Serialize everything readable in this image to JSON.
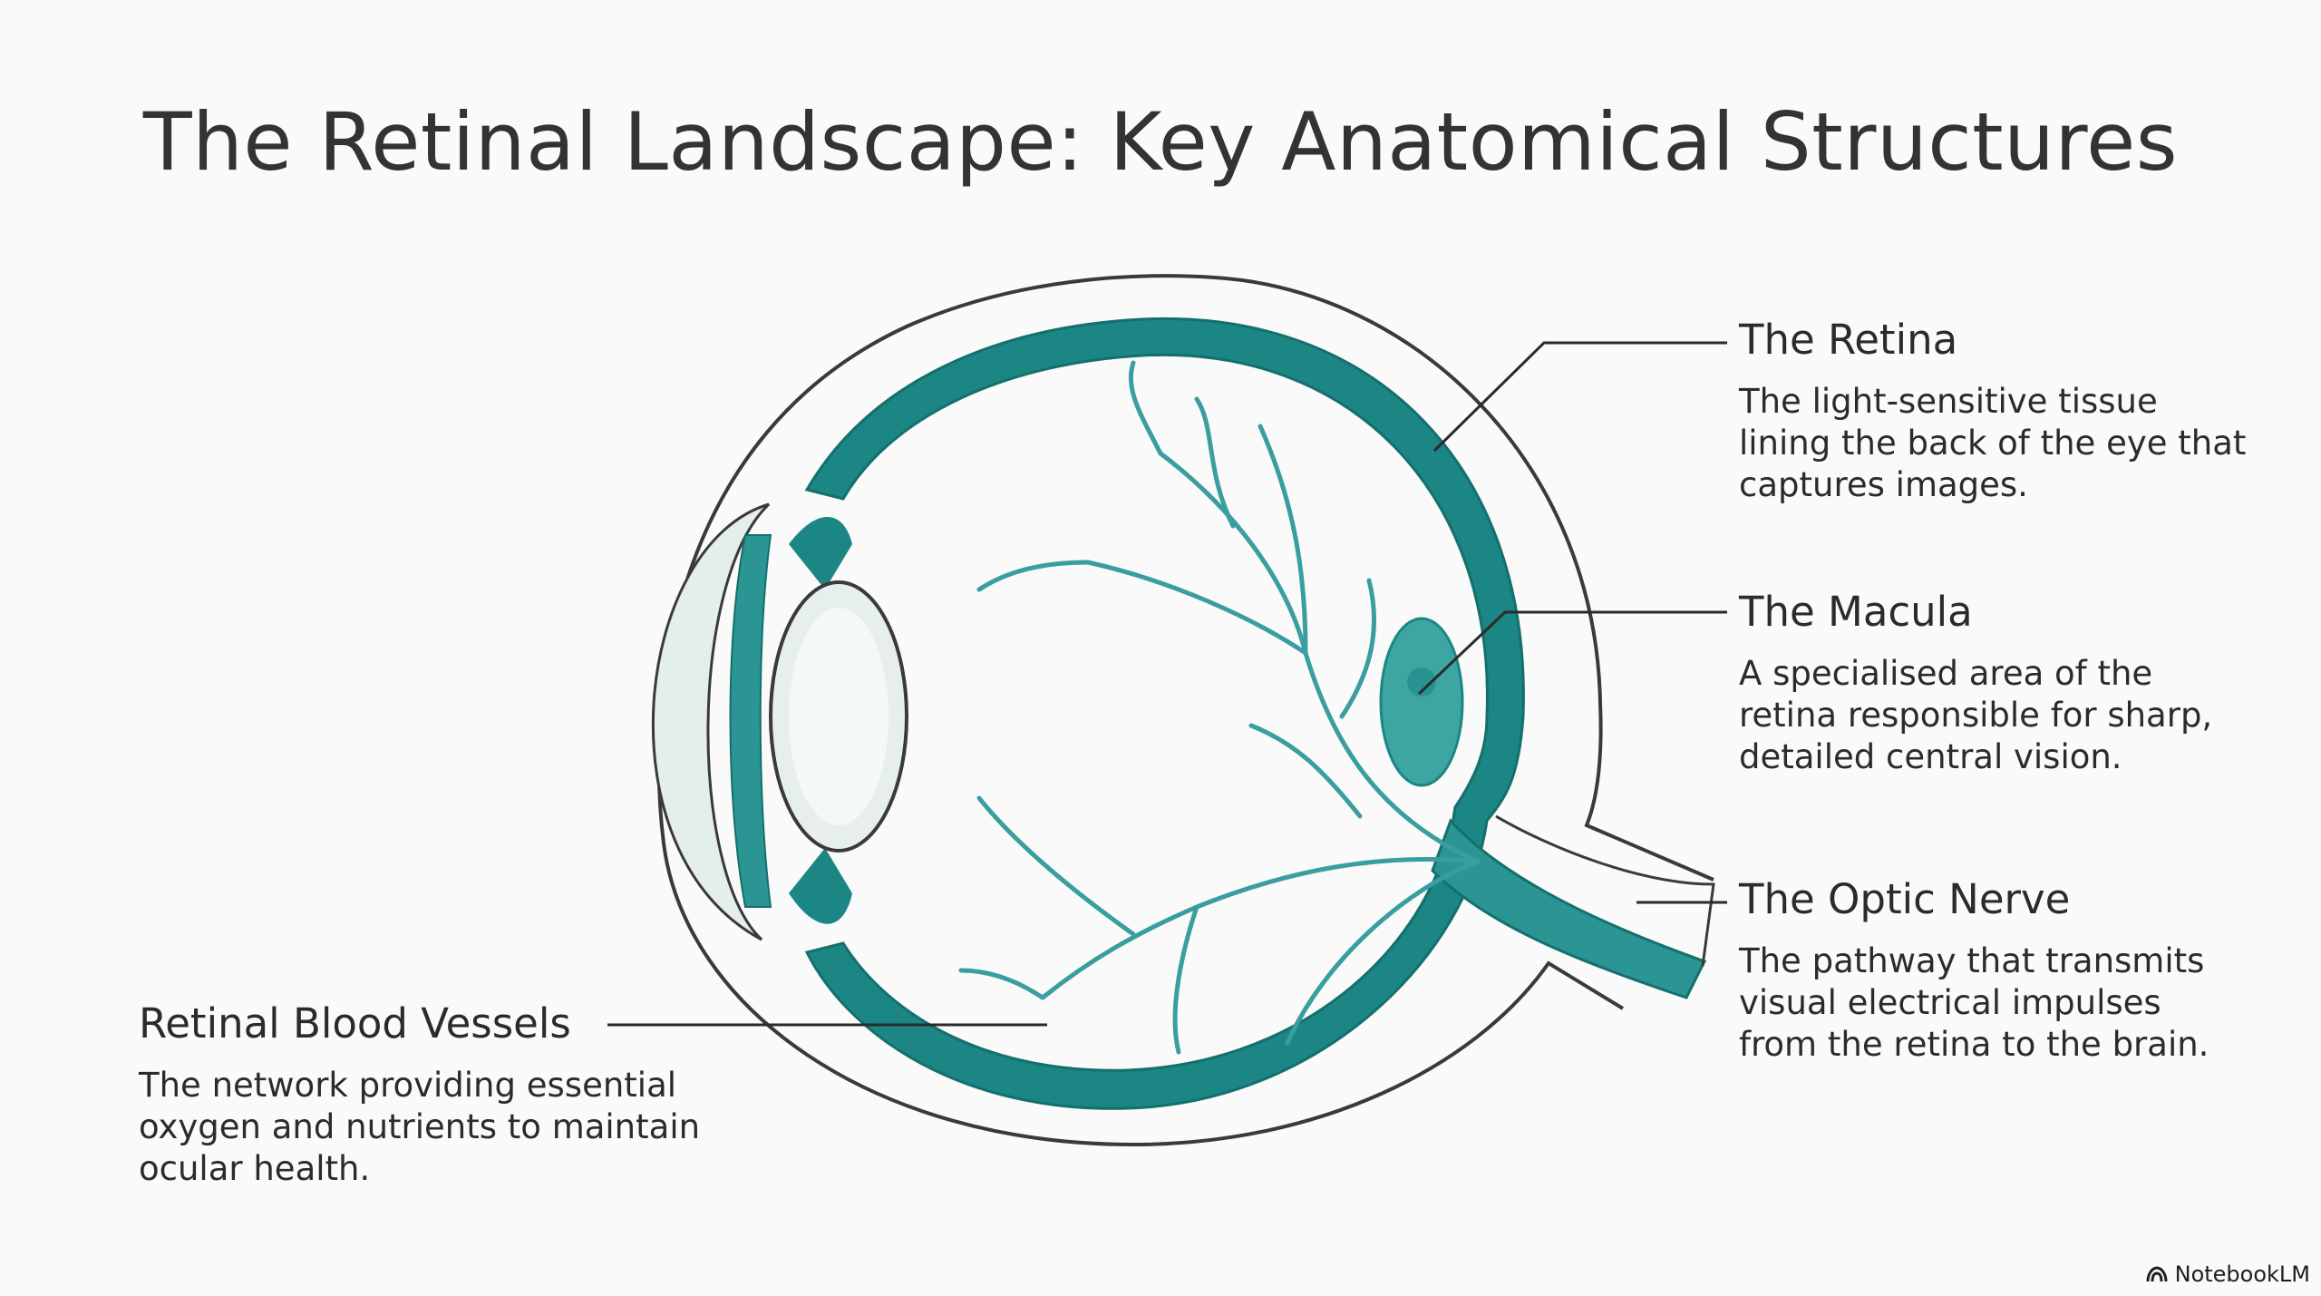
{
  "title": "The Retinal Landscape: Key Anatomical Structures",
  "callouts": {
    "retina": {
      "heading": "The Retina",
      "description": "The light-sensitive tissue lining the back of the eye that captures images."
    },
    "macula": {
      "heading": "The Macula",
      "description": "A specialised area of the retina responsible for sharp, detailed central vision."
    },
    "optic_nerve": {
      "heading": "The Optic Nerve",
      "description": "The pathway that transmits visual electrical impulses from the retina to the brain."
    },
    "blood_vessels": {
      "heading": "Retinal Blood Vessels",
      "description": "The network providing essential oxygen and nutrients to maintain ocular health."
    }
  },
  "brand": {
    "icon": "notebooklm-logo-icon",
    "label": "NotebookLM"
  },
  "colors": {
    "teal": "#1b8683",
    "teal_dark": "#146f6d",
    "vessel": "#3a9ea0",
    "outline": "#3a3a3a",
    "lens": "#e6efee",
    "background": "#f9faf9"
  }
}
